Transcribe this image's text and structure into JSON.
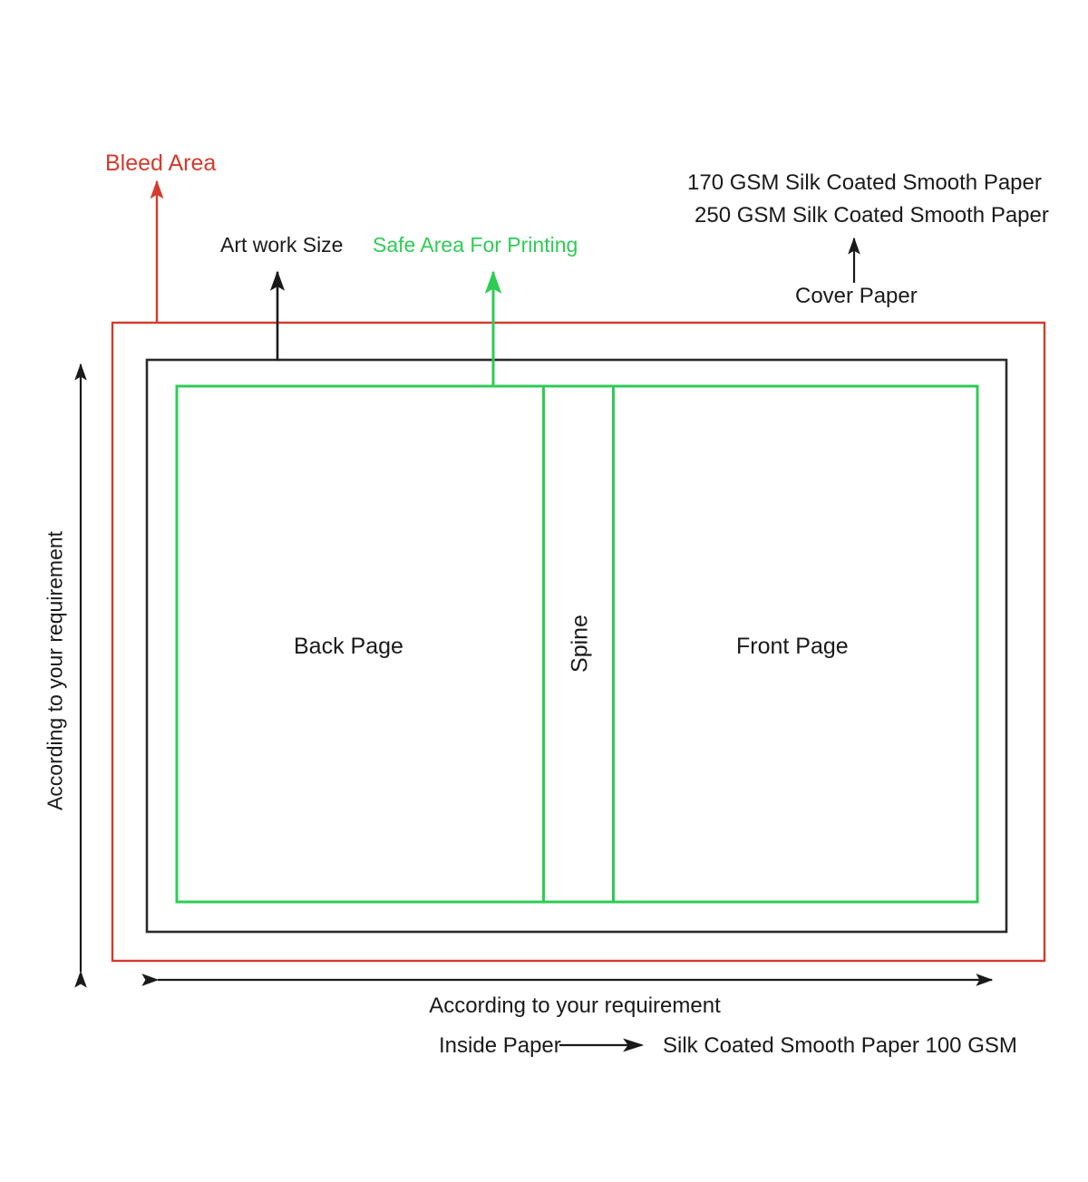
{
  "diagram": {
    "title": "Book Cover Print Specification Diagram",
    "colors": {
      "bleed_red": "#d33b2c",
      "artwork_black": "#1a1a1a",
      "safe_green": "#2ecc55",
      "background": "#ffffff"
    },
    "annotations": {
      "bleed_area": "Bleed Area",
      "artwork_size": "Art work Size",
      "safe_area": "Safe Area For Printing"
    },
    "paper_stock": {
      "option_1": "170 GSM Silk Coated Smooth Paper",
      "option_2": "250 GSM Silk Coated Smooth Paper",
      "pointer_label": "Cover Paper"
    },
    "regions": {
      "back_page": "Back Page",
      "spine": "Spine",
      "front_page": "Front Page"
    },
    "dimensions": {
      "height": "According to your requirement",
      "width": "According to your requirement"
    },
    "inside_paper": {
      "label": "Inside Paper",
      "value": "Silk Coated Smooth Paper 100 GSM"
    },
    "icons": {
      "bleed_pointer": "up-arrow-icon",
      "artwork_pointer": "up-arrow-icon",
      "safe_pointer": "up-arrow-icon",
      "cover_pointer": "up-arrow-icon",
      "height_dimension": "double-headed-vertical-arrow-icon",
      "width_dimension": "double-headed-horizontal-arrow-icon",
      "inside_paper_pointer": "right-arrow-icon"
    }
  }
}
